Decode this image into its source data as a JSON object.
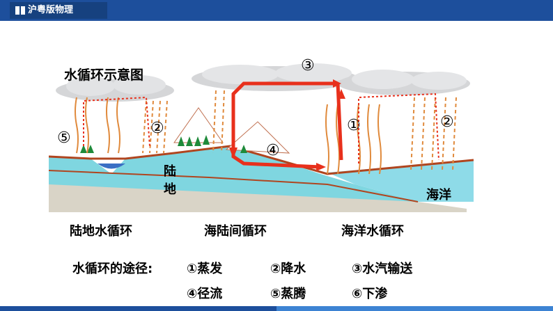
{
  "header": {
    "label": "沪粤版物理",
    "icon": "book-icon"
  },
  "diagram": {
    "title": "水循环示意图",
    "markers": {
      "m5_land": "⑤",
      "m2_land": "②",
      "m3": "③",
      "m4": "④",
      "m1": "①",
      "m2_ocean": "②"
    },
    "land_char_1": "陆",
    "land_char_2": "地",
    "ocean_label": "海洋"
  },
  "captions": {
    "land": "陆地水循环",
    "sea_land": "海陆间循环",
    "ocean": "海洋水循环"
  },
  "ways": {
    "title": "水循环的途径:",
    "items": [
      "①蒸发",
      "②降水",
      "③水汽输送",
      "④径流",
      "⑤蒸腾",
      "⑥下渗"
    ]
  },
  "colors": {
    "header": "#1d4f9c",
    "arrow": "#e8301c",
    "land": "#7fd6e0",
    "ocean": "#8edbe8",
    "soil": "#d9d4c7",
    "rain": "#e08a3c"
  }
}
